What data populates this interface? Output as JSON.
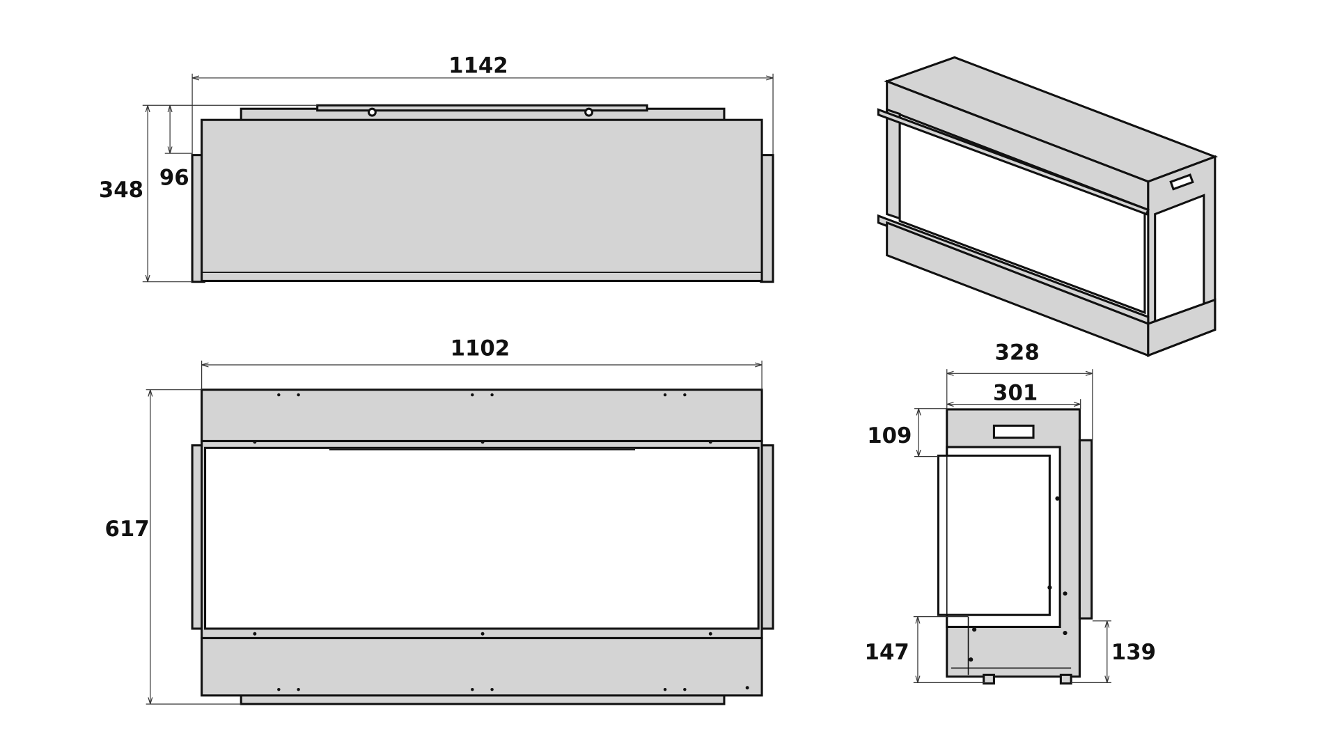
{
  "dimensions": {
    "front_width": "1142",
    "front_height": "348",
    "front_top_offset": "96",
    "top_width": "1102",
    "top_depth": "617",
    "side_outer_width": "328",
    "side_inner_width": "301",
    "side_top_height": "109",
    "side_bottom_left_height": "147",
    "side_bottom_right_height": "139"
  },
  "colors": {
    "panel": "#d4d4d4",
    "line": "#111111"
  }
}
